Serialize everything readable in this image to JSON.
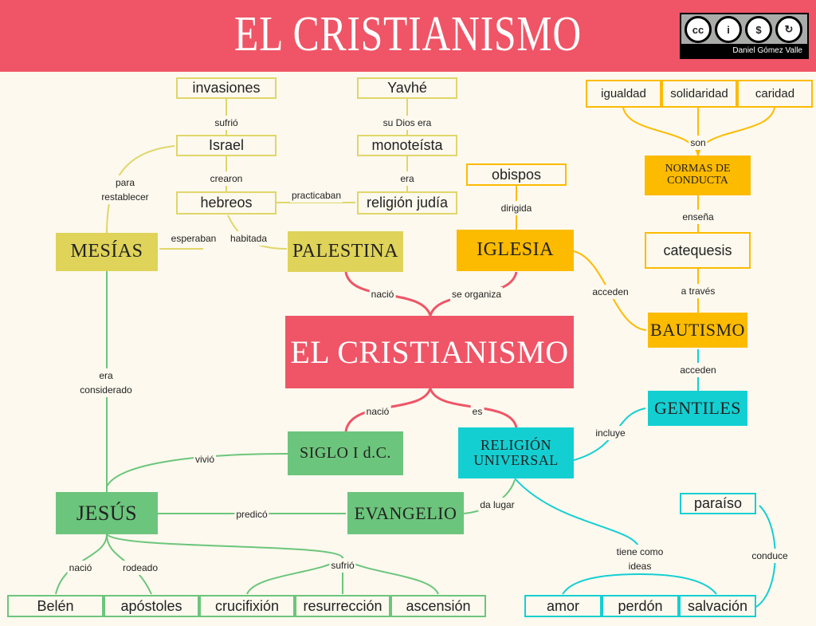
{
  "header": {
    "title": "EL CRISTIANISMO",
    "license_author": "Daniel Gómez Valle",
    "license_icons": [
      "cc-icon",
      "by-icon",
      "nc-icon",
      "sa-icon"
    ]
  },
  "nodes": {
    "invasiones": "invasiones",
    "israel": "Israel",
    "hebreos": "hebreos",
    "yavhe": "Yavhé",
    "monoteista": "monoteísta",
    "religion_judia": "religión judía",
    "obispos": "obispos",
    "igualdad": "igualdad",
    "solidaridad": "solidaridad",
    "caridad": "caridad",
    "normas": "NORMAS DE CONDUCTA",
    "catequesis": "catequesis",
    "bautismo": "BAUTISMO",
    "gentiles": "GENTILES",
    "mesias": "MESÍAS",
    "palestina": "PALESTINA",
    "iglesia": "IGLESIA",
    "cristianismo": "EL CRISTIANISMO",
    "siglo": "SIGLO I d.C.",
    "religion_universal": "RELIGIÓN UNIVERSAL",
    "jesus": "JESÚS",
    "evangelio": "EVANGELIO",
    "paraiso": "paraíso",
    "belen": "Belén",
    "apostoles": "apóstoles",
    "crucifixion": "crucifixión",
    "resurreccion": "resurrección",
    "ascension": "ascensión",
    "amor": "amor",
    "perdon": "perdón",
    "salvacion": "salvación"
  },
  "links": {
    "sufrio1": "sufrió",
    "crearon": "crearon",
    "su_dios_era": "su Dios era",
    "era": "era",
    "practicaban": "practicaban",
    "para_restablecer": "para restablecer",
    "esperaban": "esperaban",
    "habitada": "habitada",
    "dirigida": "dirigida",
    "son": "son",
    "ensena": "enseña",
    "a_traves": "a través",
    "acceden1": "acceden",
    "acceden2": "acceden",
    "nacio1": "nació",
    "se_organiza": "se organiza",
    "nacio2": "nació",
    "es": "es",
    "era_considerado": "era considerado",
    "vivio": "vivió",
    "incluye": "incluye",
    "predico": "predicó",
    "da_lugar": "da lugar",
    "nacio3": "nació",
    "rodeado": "rodeado",
    "sufrio2": "sufrió",
    "tiene_como_ideas": "tiene como ideas",
    "conduce": "conduce"
  },
  "colors": {
    "red": "#ef5566",
    "olive": "#dfd35a",
    "orange": "#fdbb00",
    "green": "#6cc57c",
    "cyan": "#14cfd2",
    "background": "#fdf9ee"
  }
}
